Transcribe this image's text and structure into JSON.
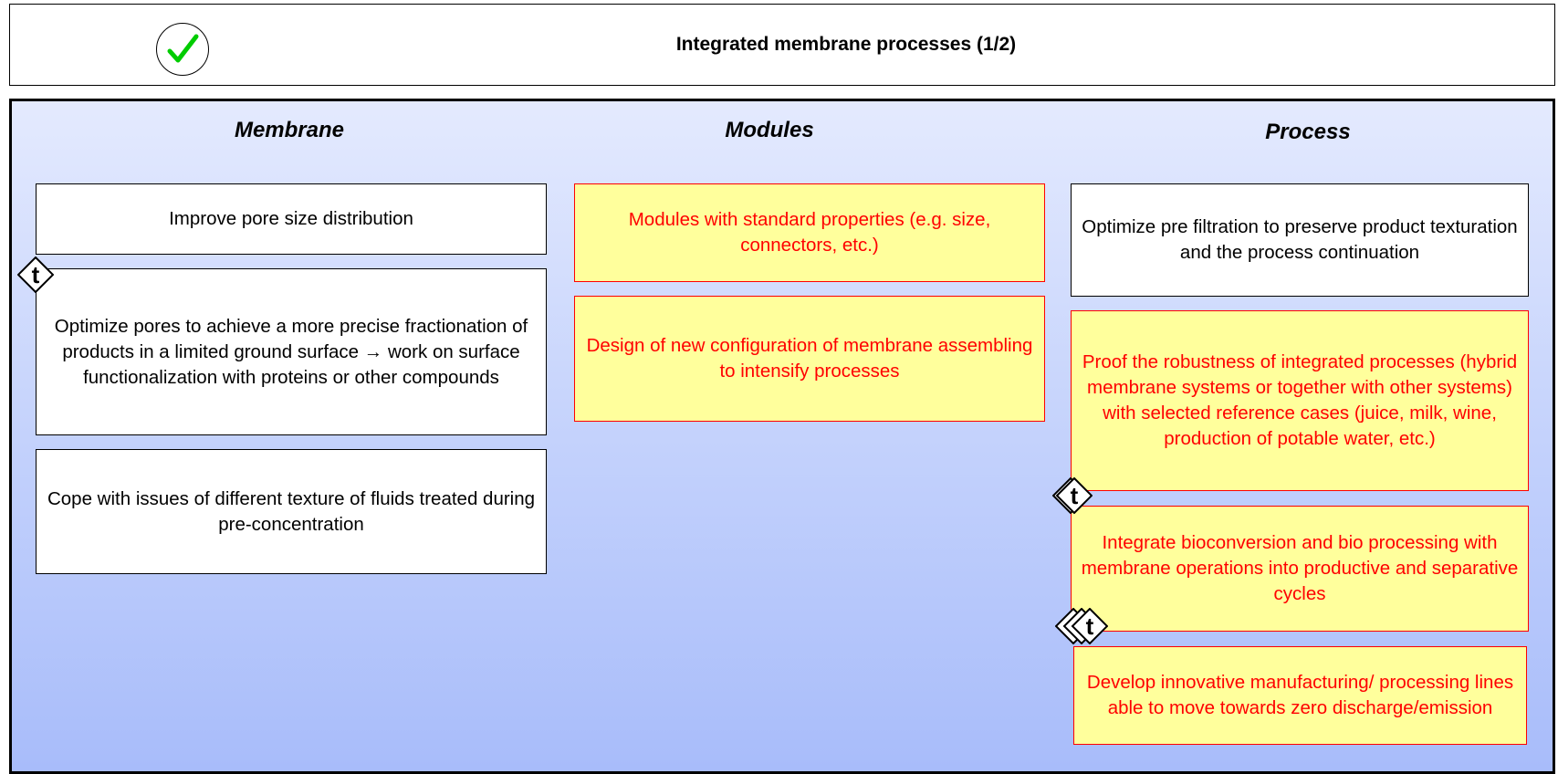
{
  "header": {
    "title": "Integrated membrane processes (1/2)",
    "check_icon": "check-icon"
  },
  "columns": {
    "membrane": {
      "heading": "Membrane",
      "items": [
        "Improve pore size distribution",
        "Optimize pores to achieve a more precise fractionation of products in a limited ground surface → work on surface functionalization with proteins or other compounds",
        "Cope with issues of different texture of fluids treated during pre-concentration"
      ]
    },
    "modules": {
      "heading": "Modules",
      "items": [
        "Modules with standard properties (e.g. size, connectors, etc.)",
        "Design of new configuration of membrane assembling to intensify processes"
      ]
    },
    "process": {
      "heading": "Process",
      "items": [
        "Optimize pre filtration to preserve product texturation and the process continuation",
        "Proof the robustness of integrated processes (hybrid membrane systems or together with other systems) with selected reference cases (juice, milk, wine, production of potable water, etc.)",
        "Integrate bioconversion and bio processing with membrane operations into productive and separative cycles",
        "Develop innovative manufacturing/ processing lines able to move towards zero discharge/emission"
      ]
    }
  },
  "marker": {
    "label": "t",
    "icon": "t-diamond-icon"
  },
  "colors": {
    "highlight_text": "#ff0000",
    "highlight_fill": "#ffff9c",
    "check": "#00cc00"
  }
}
